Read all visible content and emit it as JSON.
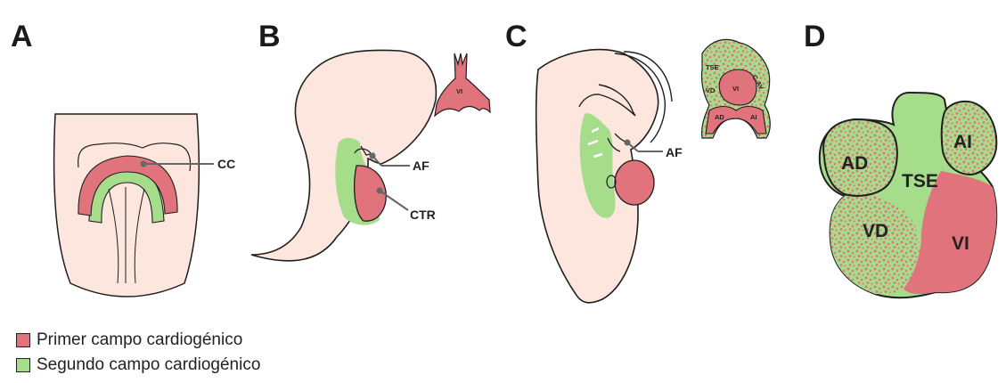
{
  "panels": {
    "a": {
      "letter": "A",
      "labels": {
        "cc": "CC"
      }
    },
    "b": {
      "letter": "B",
      "labels": {
        "af": "AF",
        "ctr": "CTR",
        "inset_vi": "VI"
      }
    },
    "c": {
      "letter": "C",
      "labels": {
        "af": "AF",
        "inset_tse": "TSE",
        "inset_cav": "C-AV",
        "inset_vd": "VD",
        "inset_vi": "VI",
        "inset_ad": "AD",
        "inset_ai": "AI"
      }
    },
    "d": {
      "letter": "D",
      "labels": {
        "ad": "AD",
        "ai": "AI",
        "tse": "TSE",
        "vd": "VD",
        "vi": "VI"
      }
    }
  },
  "legend": {
    "items": [
      {
        "label": "Primer campo cardiogénico",
        "color": "#e0737b"
      },
      {
        "label": "Segundo campo cardiogénico",
        "color": "#a6dd8b"
      }
    ]
  },
  "colors": {
    "embryo": "#fce6de",
    "first_field": "#e0737b",
    "second_field": "#a6dd8b",
    "outline": "#1f1f1f",
    "leader": "#666666"
  }
}
